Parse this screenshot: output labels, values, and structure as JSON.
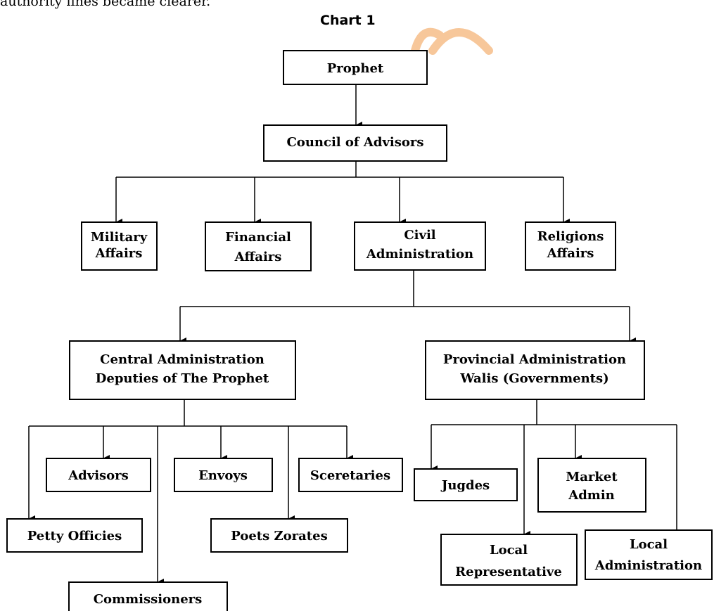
{
  "intro_text": "authority lines became clearer.",
  "chart_title": "Chart 1",
  "watermark_color": "#f7c79a",
  "nodes": {
    "prophet": [
      "Prophet"
    ],
    "council": [
      "Council of Advisors"
    ],
    "military": [
      "Military",
      "Affairs"
    ],
    "financial": [
      "Financial",
      "Affairs"
    ],
    "civil": [
      "Civil",
      "Administration"
    ],
    "religions": [
      "Religions",
      "Affairs"
    ],
    "central": [
      "Central Administration",
      "Deputies of The Prophet"
    ],
    "provincial": [
      "Provincial Administration",
      "Walis (Governments)"
    ],
    "advisors": [
      "Advisors"
    ],
    "envoys": [
      "Envoys"
    ],
    "secretaries": [
      "Sceretaries"
    ],
    "petty": [
      "Petty Officies"
    ],
    "poets": [
      "Poets Zorates"
    ],
    "commissioners": [
      "Commissioners"
    ],
    "judges": [
      "Jugdes"
    ],
    "market": [
      "Market",
      "Admin"
    ],
    "local_rep": [
      "Local",
      "Representative"
    ],
    "local_admin": [
      "Local",
      "Administration"
    ]
  }
}
